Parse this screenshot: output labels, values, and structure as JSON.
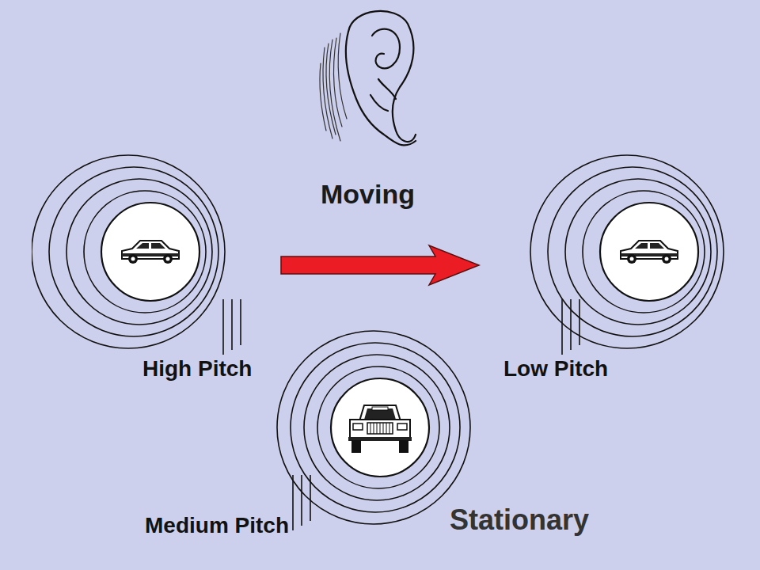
{
  "diagram": {
    "nodes": [
      {
        "text": [
          "High Pitch"
        ]
      },
      {
        "text": [
          "Low Pitch"
        ]
      },
      {
        "text": [
          "Medium Pitch"
        ]
      }
    ],
    "edges": [
      {
        "from": 0,
        "to": 1,
        "arrow": "to"
      }
    ],
    "labels": [
      "Moving",
      "Stationary"
    ]
  }
}
